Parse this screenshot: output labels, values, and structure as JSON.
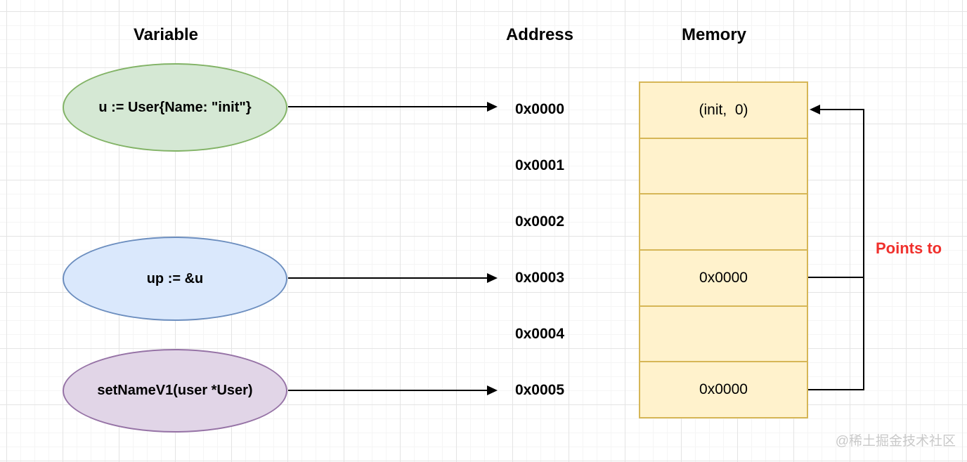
{
  "headers": {
    "variable": "Variable",
    "address": "Address",
    "memory": "Memory"
  },
  "variables": [
    {
      "label": "u := User{Name: \"init\"}",
      "fill": "#d5e8d4",
      "stroke": "#82b366"
    },
    {
      "label": "up := &u",
      "fill": "#dae8fc",
      "stroke": "#6c8ebf"
    },
    {
      "label": "setNameV1(user *User)",
      "fill": "#e1d5e7",
      "stroke": "#9673a6"
    }
  ],
  "addresses": [
    "0x0000",
    "0x0001",
    "0x0002",
    "0x0003",
    "0x0004",
    "0x0005"
  ],
  "memory": {
    "fill": "#fff2cc",
    "stroke": "#d6b656",
    "rows": [
      {
        "value": "(init,  0)"
      },
      {
        "value": ""
      },
      {
        "value": ""
      },
      {
        "value": "0x0000"
      },
      {
        "value": ""
      },
      {
        "value": "0x0000"
      }
    ]
  },
  "annotations": {
    "points_to": "Points to",
    "points_to_color": "#f0302c",
    "watermark": "@稀土掘金技术社区"
  }
}
